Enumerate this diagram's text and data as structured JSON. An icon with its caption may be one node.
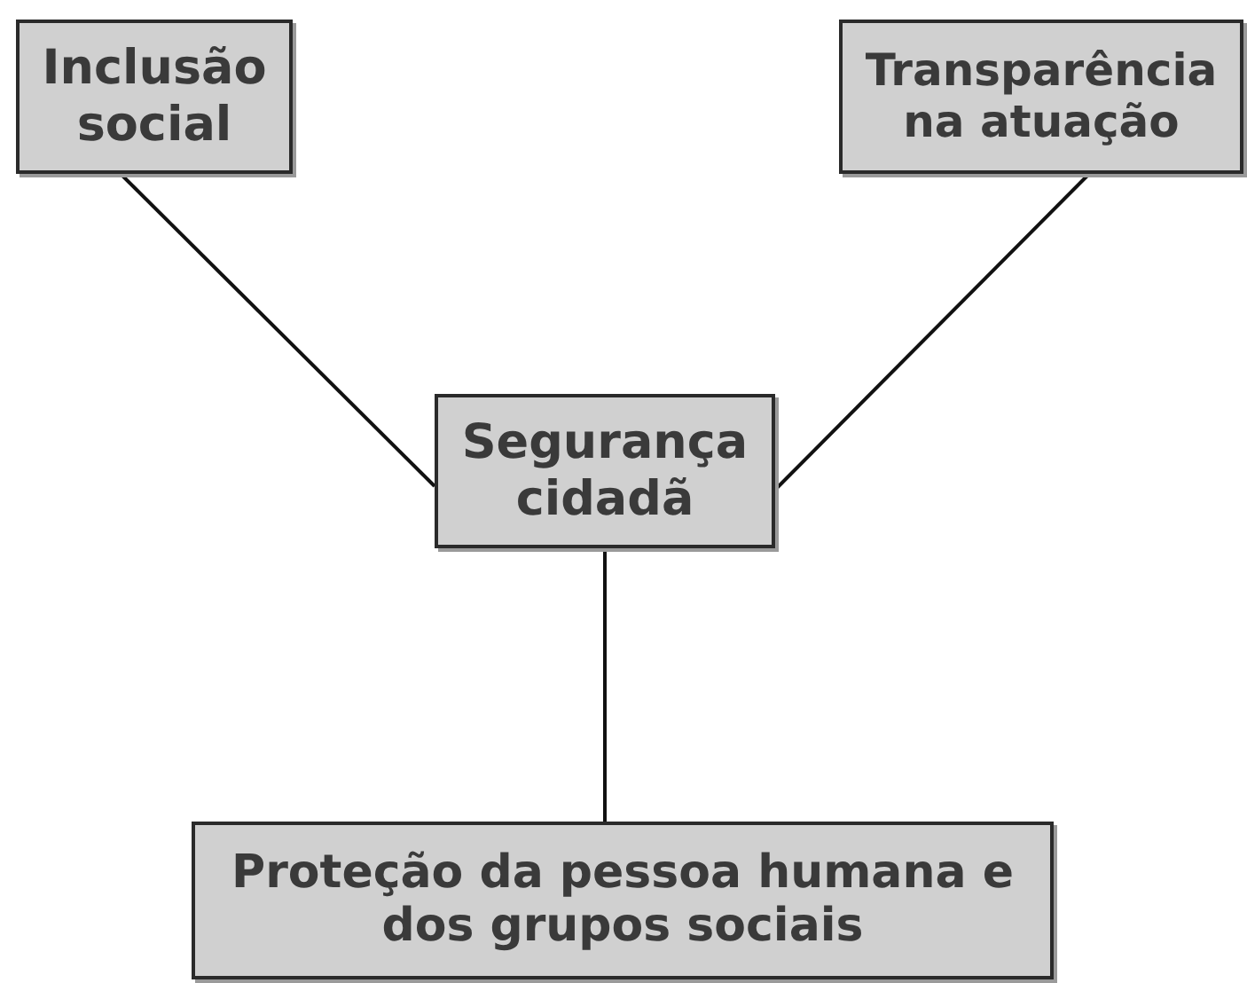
{
  "diagram": {
    "nodes": [
      {
        "text": [
          "Inclusão social"
        ]
      },
      {
        "text": [
          "Transparência na atuação"
        ]
      },
      {
        "text": [
          "Segurança cidadã"
        ]
      },
      {
        "text": [
          "Proteção da pessoa humana e dos grupos sociais"
        ]
      }
    ],
    "edges": [
      {
        "from": 0,
        "to": 2,
        "arrow": "none"
      },
      {
        "from": 1,
        "to": 2,
        "arrow": "none"
      },
      {
        "from": 2,
        "to": 3,
        "arrow": "none"
      }
    ]
  }
}
